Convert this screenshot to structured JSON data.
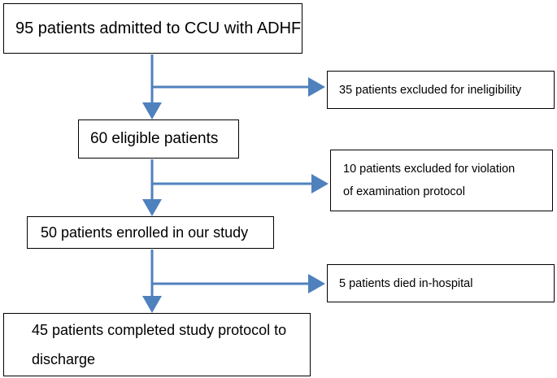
{
  "flow": {
    "admitted": "95 patients admitted to CCU with ADHF",
    "eligible": "60 eligible patients",
    "enrolled": "50 patients enrolled in our study",
    "completed_line1": "45 patients completed study protocol to",
    "completed_line2": "discharge"
  },
  "exclusions": {
    "ineligible": "35 patients excluded for ineligibility",
    "violation_line1": "10 patients excluded for violation",
    "violation_line2": "of examination protocol",
    "died": "5 patients died in-hospital"
  },
  "colors": {
    "arrow": "#4f81bd",
    "box_border": "#000000"
  }
}
